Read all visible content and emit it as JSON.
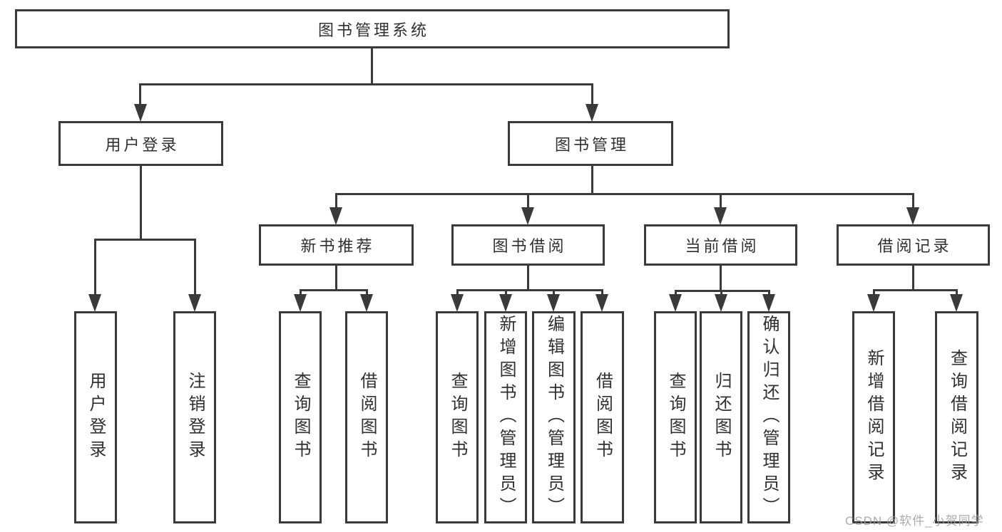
{
  "tree": {
    "label": "图书管理系统",
    "children": [
      {
        "label": "用户登录",
        "children": [
          {
            "label": "用户登录"
          },
          {
            "label": "注销登录"
          }
        ]
      },
      {
        "label": "图书管理",
        "children": [
          {
            "label": "新书推荐",
            "children": [
              {
                "label": "查询图书"
              },
              {
                "label": "借阅图书"
              }
            ]
          },
          {
            "label": "图书借阅",
            "children": [
              {
                "label": "查询图书"
              },
              {
                "label": "新增图书（管理员）"
              },
              {
                "label": "编辑图书（管理员）"
              },
              {
                "label": "借阅图书"
              }
            ]
          },
          {
            "label": "当前借阅",
            "children": [
              {
                "label": "查询图书"
              },
              {
                "label": "归还图书"
              },
              {
                "label": "确认归还（管理员）"
              }
            ]
          },
          {
            "label": "借阅记录",
            "children": [
              {
                "label": "新增借阅记录"
              },
              {
                "label": "查询借阅记录"
              }
            ]
          }
        ]
      }
    ]
  },
  "watermark": {
    "text": "CSDN @软件_小贺同学"
  },
  "colors": {
    "line": "#3a3a3a",
    "text": "#303030",
    "bg": "#ffffff",
    "watermark": "#9c9c9c"
  }
}
